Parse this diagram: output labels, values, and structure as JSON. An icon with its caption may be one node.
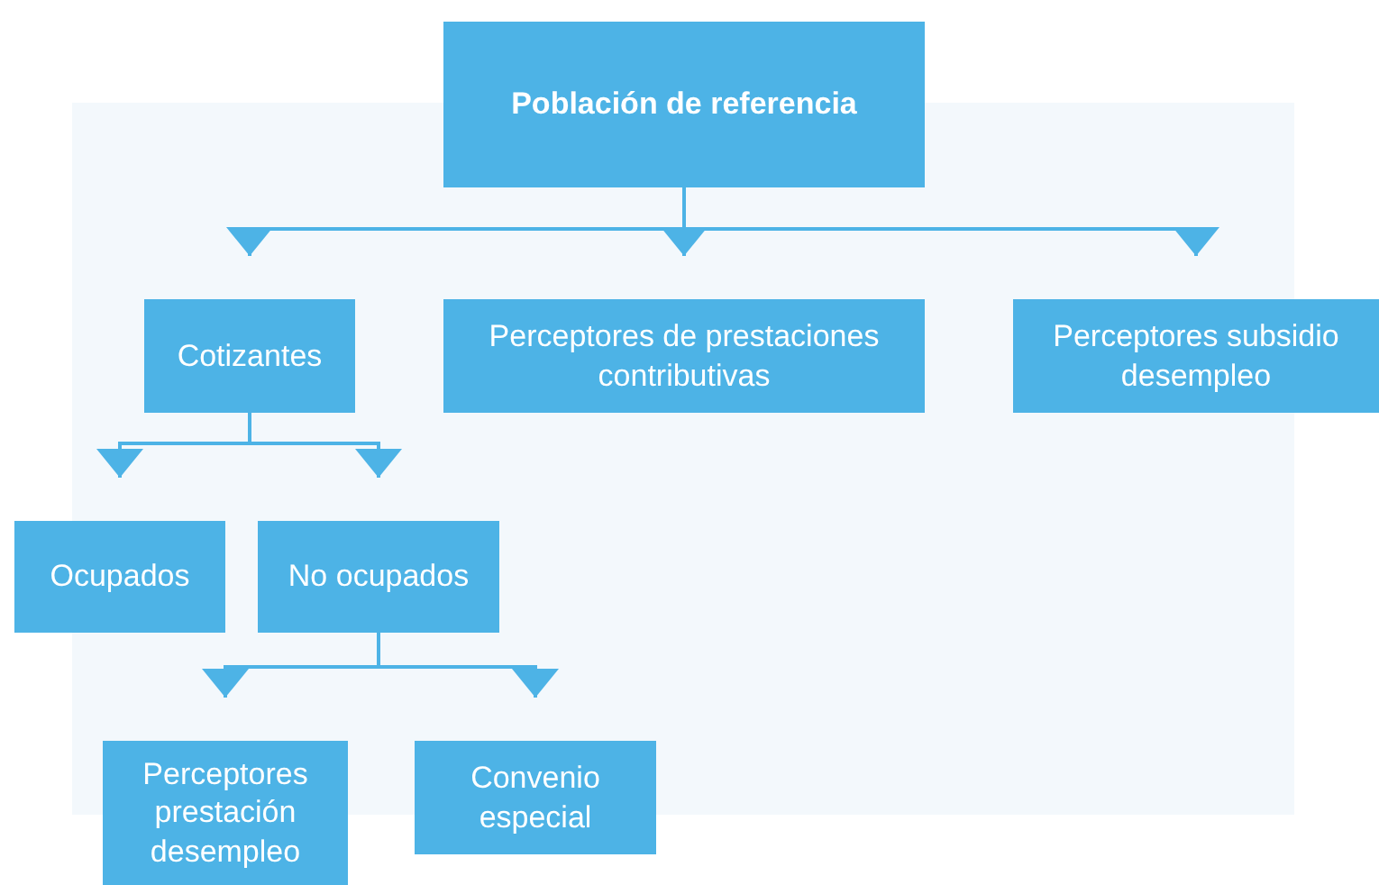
{
  "diagram": {
    "nodes": [
      {
        "text": [
          "Población de referencia"
        ]
      },
      {
        "text": [
          "Cotizantes"
        ]
      },
      {
        "text": [
          "Perceptores de prestaciones contributivas"
        ]
      },
      {
        "text": [
          "Perceptores subsidio desempleo"
        ]
      },
      {
        "text": [
          "Ocupados"
        ]
      },
      {
        "text": [
          "No ocupados"
        ]
      },
      {
        "text": [
          "Perceptores prestación desempleo"
        ]
      },
      {
        "text": [
          "Convenio especial"
        ]
      }
    ],
    "edges": [
      {
        "from": 0,
        "to": 1,
        "arrow": "to"
      },
      {
        "from": 0,
        "to": 2,
        "arrow": "to"
      },
      {
        "from": 0,
        "to": 3,
        "arrow": "to"
      },
      {
        "from": 1,
        "to": 4,
        "arrow": "to"
      },
      {
        "from": 1,
        "to": 5,
        "arrow": "to"
      },
      {
        "from": 5,
        "to": 6,
        "arrow": "to"
      },
      {
        "from": 5,
        "to": 7,
        "arrow": "to"
      }
    ]
  }
}
